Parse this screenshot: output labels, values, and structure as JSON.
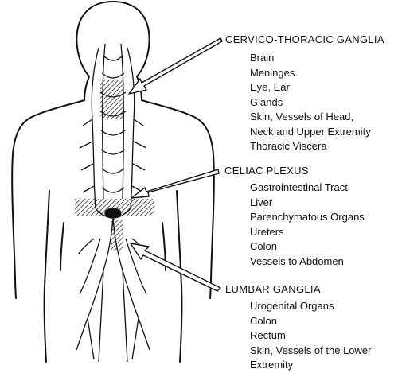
{
  "sections": [
    {
      "title": "CERVICO-THORACIC GANGLIA",
      "items": [
        "Brain",
        "Meninges",
        "Eye, Ear",
        "Glands",
        "Skin, Vessels of Head,",
        "Neck and Upper Extremity",
        "Thoracic Viscera"
      ]
    },
    {
      "title": "CELIAC PLEXUS",
      "items": [
        "Gastrointestinal Tract",
        "Liver",
        "Parenchymatous Organs",
        "Ureters",
        "Colon",
        "Vessels to Abdomen"
      ]
    },
    {
      "title": "LUMBAR GANGLIA",
      "items": [
        "Urogenital Organs",
        "Colon",
        "Rectum",
        "Skin, Vessels of the Lower",
        "Extremity"
      ]
    }
  ],
  "colors": {
    "ink": "#111111",
    "background": "#ffffff"
  }
}
